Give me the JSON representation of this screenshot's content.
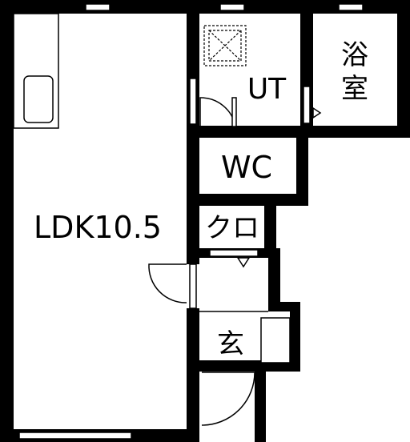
{
  "rooms": {
    "ldk": "LDK10.5",
    "ut": "UT",
    "bath_line1": "浴",
    "bath_line2": "室",
    "wc": "WC",
    "closet": "クロ",
    "entrance": "玄"
  },
  "colors": {
    "wall": "#000000",
    "fixture": "#000000",
    "background": "#ffffff"
  },
  "icons": {
    "washer": "washer-pan-icon",
    "sink": "kitchen-sink-icon"
  }
}
